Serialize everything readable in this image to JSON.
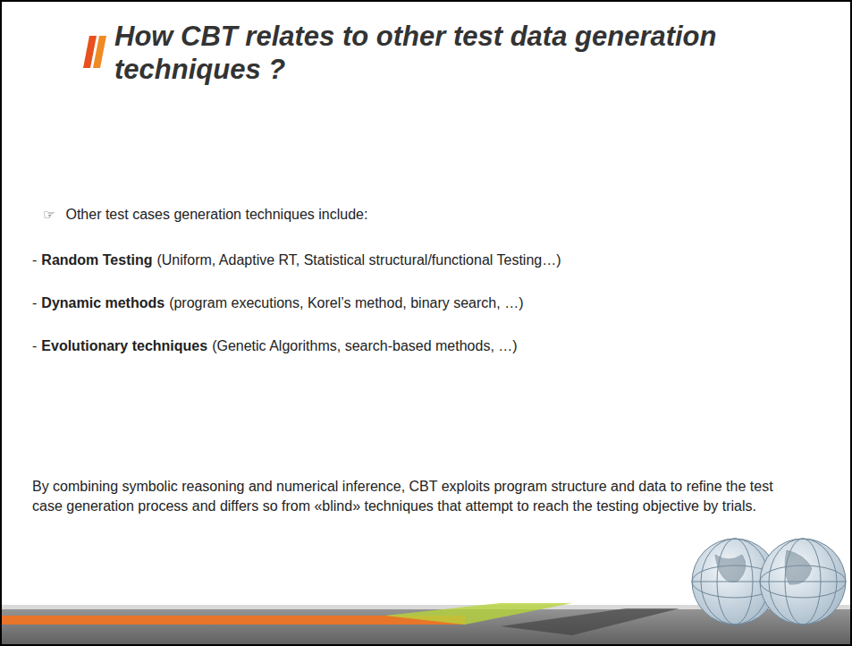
{
  "diagram": {
    "title": "How CBT relates to other test data generation techniques ?",
    "labels": [
      "☞",
      "Other test cases generation techniques include:",
      "-",
      "Random Testing",
      "(Uniform, Adaptive RT, Statistical structural/functional Testing…)",
      "-",
      "Dynamic methods",
      "(program executions, Korel’s method, binary search, …)",
      "-",
      "Evolutionary techniques",
      "(Genetic Algorithms, search-based methods, …)",
      "By combining symbolic reasoning and numerical inference, CBT exploits program structure and data to refine the test case generation process and differs so from «blind» techniques that attempt to reach the testing objective by trials."
    ]
  }
}
